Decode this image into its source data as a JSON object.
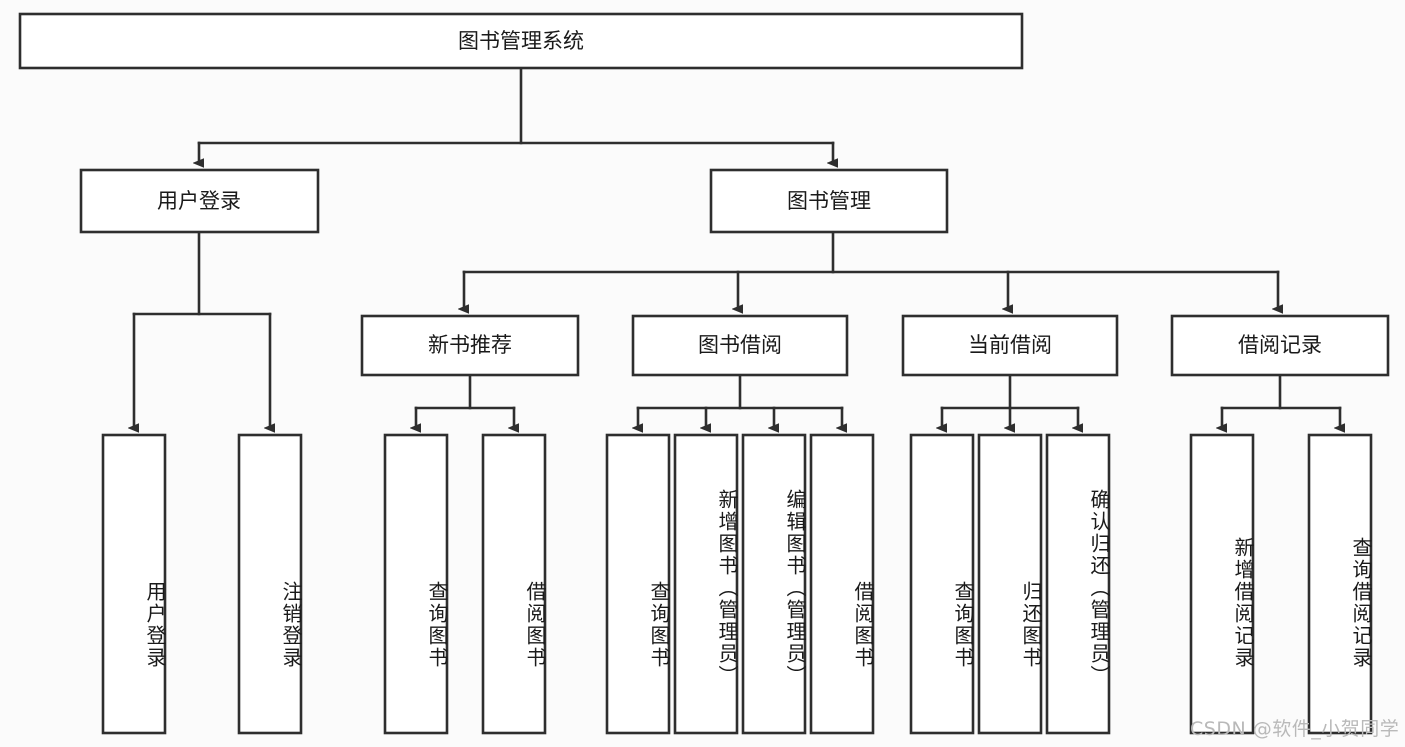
{
  "diagram": {
    "type": "tree-hierarchy",
    "title": "图书管理系统",
    "colors": {
      "background": "#fbfbfb",
      "node_fill": "#ffffff",
      "node_stroke": "#2e2e2e",
      "text": "#1a1a1a",
      "watermark": "#b9b9b9"
    },
    "root": {
      "label": "图书管理系统"
    },
    "level2": [
      {
        "label": "用户登录"
      },
      {
        "label": "图书管理"
      }
    ],
    "level3": [
      {
        "label": "新书推荐"
      },
      {
        "label": "图书借阅"
      },
      {
        "label": "当前借阅"
      },
      {
        "label": "借阅记录"
      }
    ],
    "leaves": {
      "user_login": [
        {
          "label": "用户登录"
        },
        {
          "label": "注销登录"
        }
      ],
      "new_book_recommend": [
        {
          "label": "查询图书"
        },
        {
          "label": "借阅图书"
        }
      ],
      "book_borrow": [
        {
          "label": "查询图书"
        },
        {
          "label": "新增图书（管理员）"
        },
        {
          "label": "编辑图书（管理员）"
        },
        {
          "label": "借阅图书"
        }
      ],
      "current_borrow": [
        {
          "label": "查询图书"
        },
        {
          "label": "归还图书"
        },
        {
          "label": "确认归还（管理员）"
        }
      ],
      "borrow_record": [
        {
          "label": "新增借阅记录"
        },
        {
          "label": "查询借阅记录"
        }
      ]
    }
  },
  "watermark": {
    "text": "CSDN @软件_小贺同学"
  }
}
